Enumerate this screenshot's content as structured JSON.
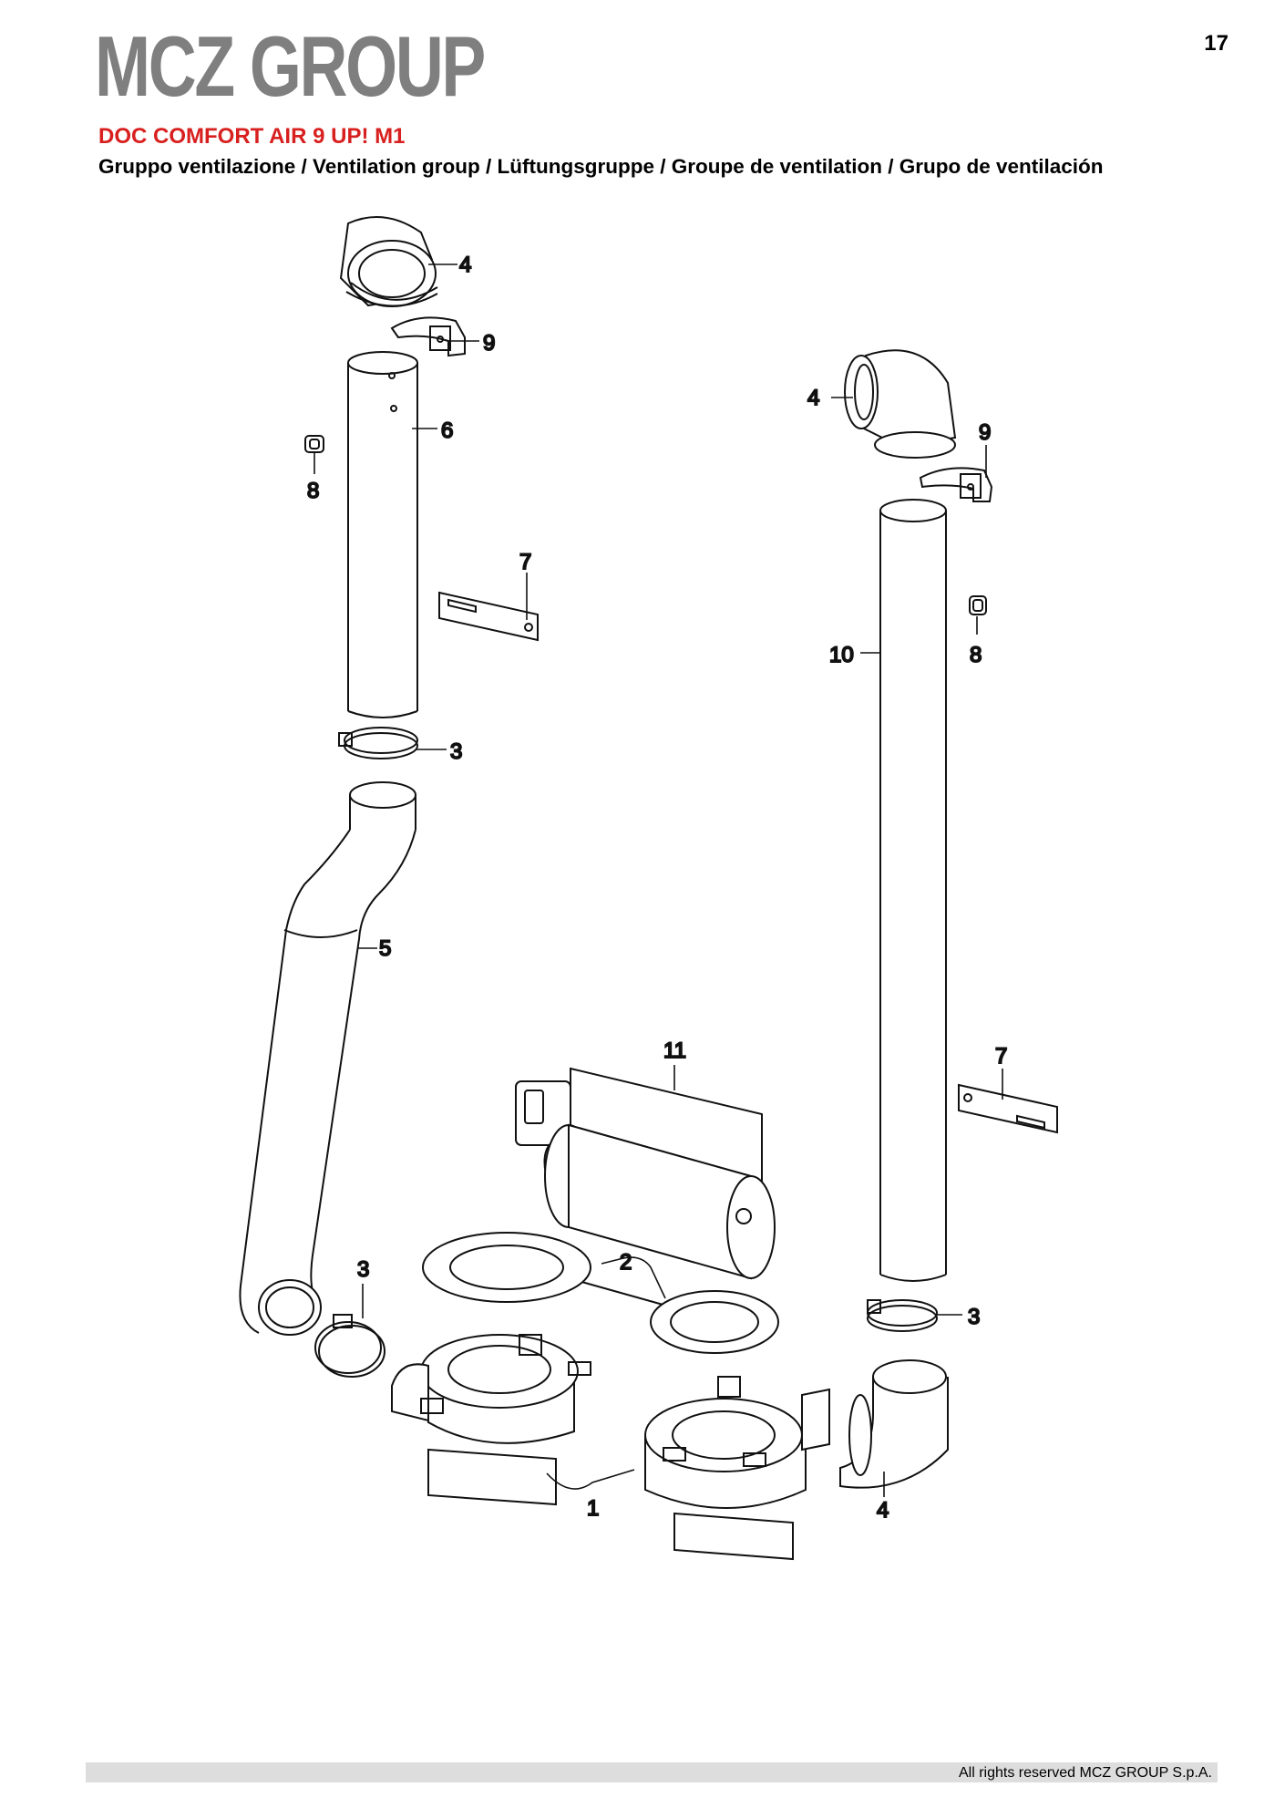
{
  "header": {
    "logo_text": "MCZ GROUP",
    "page_number": "17"
  },
  "document": {
    "title": "DOC COMFORT AIR 9 UP! M1",
    "subtitle": "Gruppo ventilazione / Ventilation group / Lüftungsgruppe / Groupe de ventilation / Grupo de ventilación",
    "title_color": "#d8201f"
  },
  "callouts": {
    "c4a": "4",
    "c9a": "9",
    "c6": "6",
    "c8a": "8",
    "c7a": "7",
    "c3a": "3",
    "c5": "5",
    "c4b": "4",
    "c9b": "9",
    "c8b": "8",
    "c10": "10",
    "c3b": "3",
    "c11": "11",
    "c7b": "7",
    "c2": "2",
    "c3c": "3",
    "c1": "1",
    "c4c": "4"
  },
  "footer": {
    "copyright": "All rights reserved MCZ GROUP S.p.A."
  }
}
